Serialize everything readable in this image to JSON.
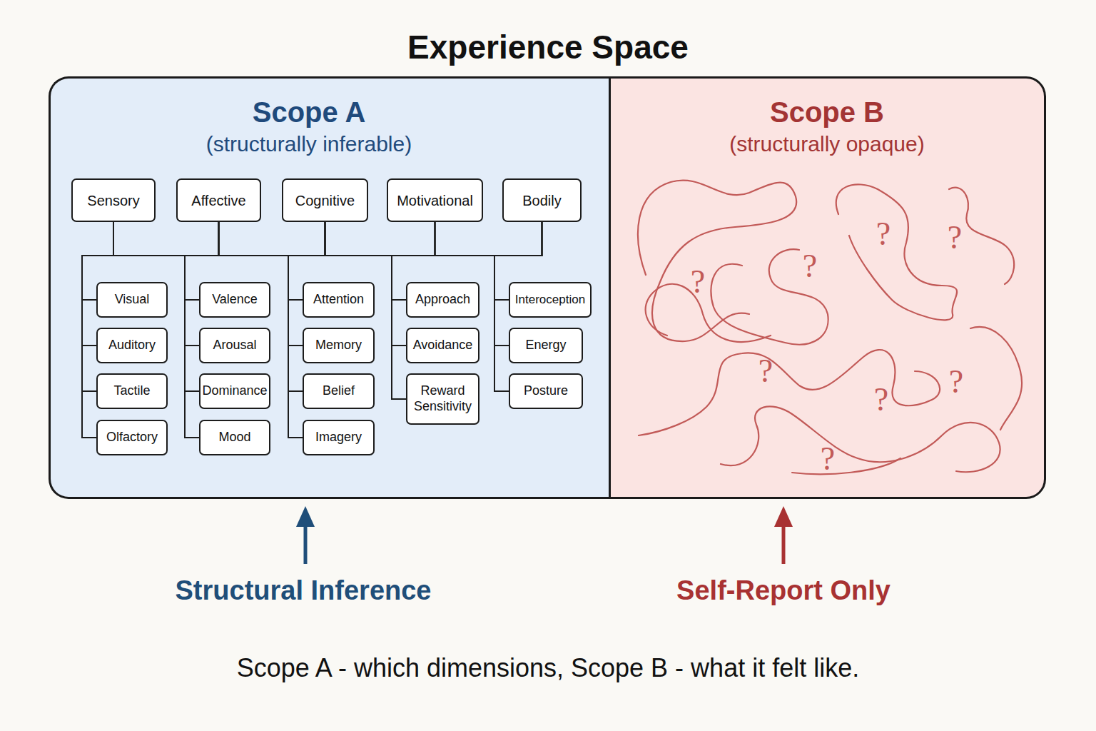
{
  "diagram": {
    "title": "Experience Space",
    "caption": "Scope A - which dimensions, Scope B - what it felt like.",
    "nodes": [
      {
        "text": [
          "Scope A",
          "(structurally inferable)"
        ]
      },
      {
        "text": [
          "Sensory"
        ],
        "in": 0
      },
      {
        "text": [
          "Affective"
        ],
        "in": 0
      },
      {
        "text": [
          "Cognitive"
        ],
        "in": 0
      },
      {
        "text": [
          "Motivational"
        ],
        "in": 0
      },
      {
        "text": [
          "Bodily"
        ],
        "in": 0
      },
      {
        "text": [
          "Visual"
        ],
        "in": 0
      },
      {
        "text": [
          "Valence"
        ],
        "in": 0
      },
      {
        "text": [
          "Attention"
        ],
        "in": 0
      },
      {
        "text": [
          "Approach"
        ],
        "in": 0
      },
      {
        "text": [
          "Interoception"
        ],
        "in": 0
      },
      {
        "text": [
          "Auditory"
        ],
        "in": 0
      },
      {
        "text": [
          "Arousal"
        ],
        "in": 0
      },
      {
        "text": [
          "Memory"
        ],
        "in": 0
      },
      {
        "text": [
          "Avoidance"
        ],
        "in": 0
      },
      {
        "text": [
          "Energy"
        ],
        "in": 0
      },
      {
        "text": [
          "Tactile"
        ],
        "in": 0
      },
      {
        "text": [
          "Dominance"
        ],
        "in": 0
      },
      {
        "text": [
          "Belief"
        ],
        "in": 0
      },
      {
        "text": [
          "Reward Sensitivity"
        ],
        "in": 0
      },
      {
        "text": [
          "Posture"
        ],
        "in": 0
      },
      {
        "text": [
          "Olfactory"
        ],
        "in": 0
      },
      {
        "text": [
          "Mood"
        ],
        "in": 0
      },
      {
        "text": [
          "Imagery"
        ],
        "in": 0
      },
      {
        "text": [
          "Scope B",
          "(structurally opaque)"
        ]
      }
    ],
    "edges": [
      {
        "from": 1,
        "to": 6,
        "arrow": "none"
      },
      {
        "from": 1,
        "to": 11,
        "arrow": "none"
      },
      {
        "from": 1,
        "to": 16,
        "arrow": "none"
      },
      {
        "from": 1,
        "to": 21,
        "arrow": "none"
      },
      {
        "from": 2,
        "to": 7,
        "arrow": "none"
      },
      {
        "from": 2,
        "to": 12,
        "arrow": "none"
      },
      {
        "from": 2,
        "to": 17,
        "arrow": "none"
      },
      {
        "from": 2,
        "to": 22,
        "arrow": "none"
      },
      {
        "from": 3,
        "to": 8,
        "arrow": "none"
      },
      {
        "from": 3,
        "to": 13,
        "arrow": "none"
      },
      {
        "from": 3,
        "to": 18,
        "arrow": "none"
      },
      {
        "from": 3,
        "to": 23,
        "arrow": "none"
      },
      {
        "from": 4,
        "to": 9,
        "arrow": "none"
      },
      {
        "from": 4,
        "to": 14,
        "arrow": "none"
      },
      {
        "from": 4,
        "to": 19,
        "arrow": "none"
      },
      {
        "from": 5,
        "to": 10,
        "arrow": "none"
      },
      {
        "from": 5,
        "to": 15,
        "arrow": "none"
      },
      {
        "from": 5,
        "to": 20,
        "arrow": "none"
      }
    ],
    "labels": [
      "?",
      "?",
      "?",
      "?",
      "?",
      "?",
      "?",
      "?",
      "Structural Inference",
      "Self-Report Only"
    ]
  }
}
